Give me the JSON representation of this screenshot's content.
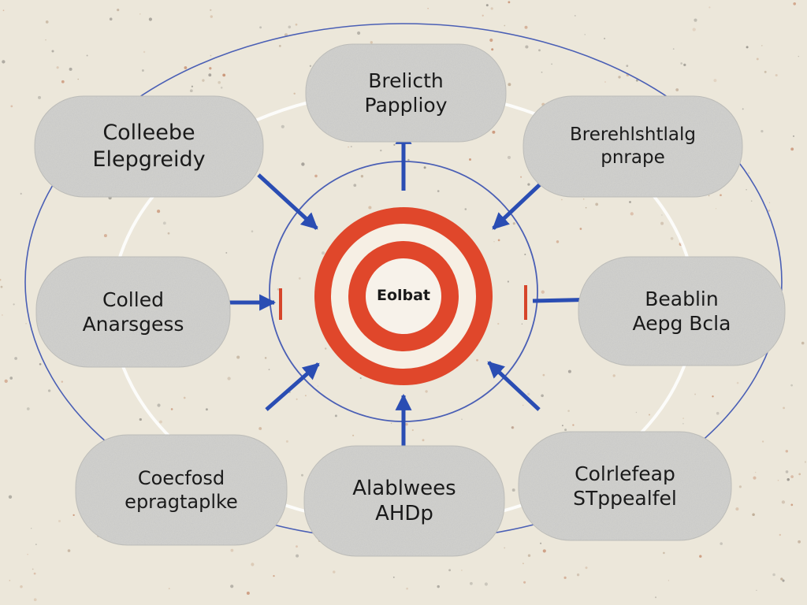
{
  "center": {
    "label": "Eolbat"
  },
  "nodes": [
    {
      "id": "top",
      "lines": [
        "Brelicth",
        "Papplioy"
      ]
    },
    {
      "id": "top-left",
      "lines": [
        "Colleebe",
        "Elepgreidy"
      ]
    },
    {
      "id": "top-right",
      "lines": [
        "Brerehlshtlalg",
        "pnrape"
      ]
    },
    {
      "id": "mid-left",
      "lines": [
        "Colled",
        "Anarsgess"
      ]
    },
    {
      "id": "mid-right",
      "lines": [
        "Beablin",
        "Aepg Bcla"
      ]
    },
    {
      "id": "bottom-left",
      "lines": [
        "Coecfosd",
        "epragtaplke"
      ]
    },
    {
      "id": "bottom",
      "lines": [
        "Alablwees",
        "AHDp"
      ]
    },
    {
      "id": "bottom-right",
      "lines": [
        "Colrlefeap",
        "STppealfel"
      ]
    }
  ],
  "colors": {
    "background": "#ece7da",
    "node_fill": "#d3d3d0",
    "arrow": "#2a4db3",
    "target_red": "#e0472b",
    "ring_blue": "#4a5fb5"
  }
}
